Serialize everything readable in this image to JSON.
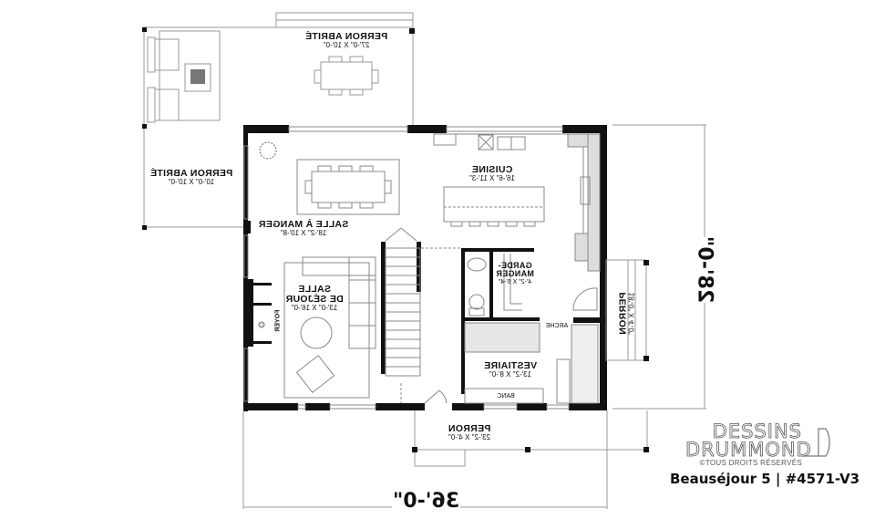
{
  "plan": {
    "orientation": "mirrored",
    "rooms": [
      {
        "name": "PERRON ABRITÉ",
        "dims": "27'-0\" X 10'-0\""
      },
      {
        "name": "PERRON ABRITÉ",
        "dims": "10'-0\" X 10'-0\""
      },
      {
        "name": "SALLE À MANGER",
        "dims": "18'-2\" X 10'-8\""
      },
      {
        "name": "CUISINE",
        "dims": "16'-6\" X 11'-3\""
      },
      {
        "name": "GARDE-",
        "name2": "MANGER",
        "dims": "4'-2\" X 6'-4\""
      },
      {
        "name": "SALLE",
        "name2": "DE SÉJOUR",
        "dims": "13'-0\" X 16'-0\""
      },
      {
        "name": "VESTIAIRE",
        "dims": "13'-2\" X 8'-0\""
      },
      {
        "name": "PERRON",
        "dims": "23'-2\" X 4'-0\""
      },
      {
        "name": "PERRON",
        "dims": "18'-0\" X 4'-0\""
      }
    ],
    "labels": {
      "foyer": "FOYER",
      "arche": "ARCHE",
      "banc": "BANC"
    },
    "dimensions": {
      "width": "36'-0\"",
      "depth": "28'-0\""
    }
  },
  "brand": {
    "line1": "DESSINS",
    "line2": "DRUMMOND",
    "copyright": "©TOUS DROITS RÉSERVÉS",
    "caption": "Beauséjour 5 | #4571-V3"
  }
}
